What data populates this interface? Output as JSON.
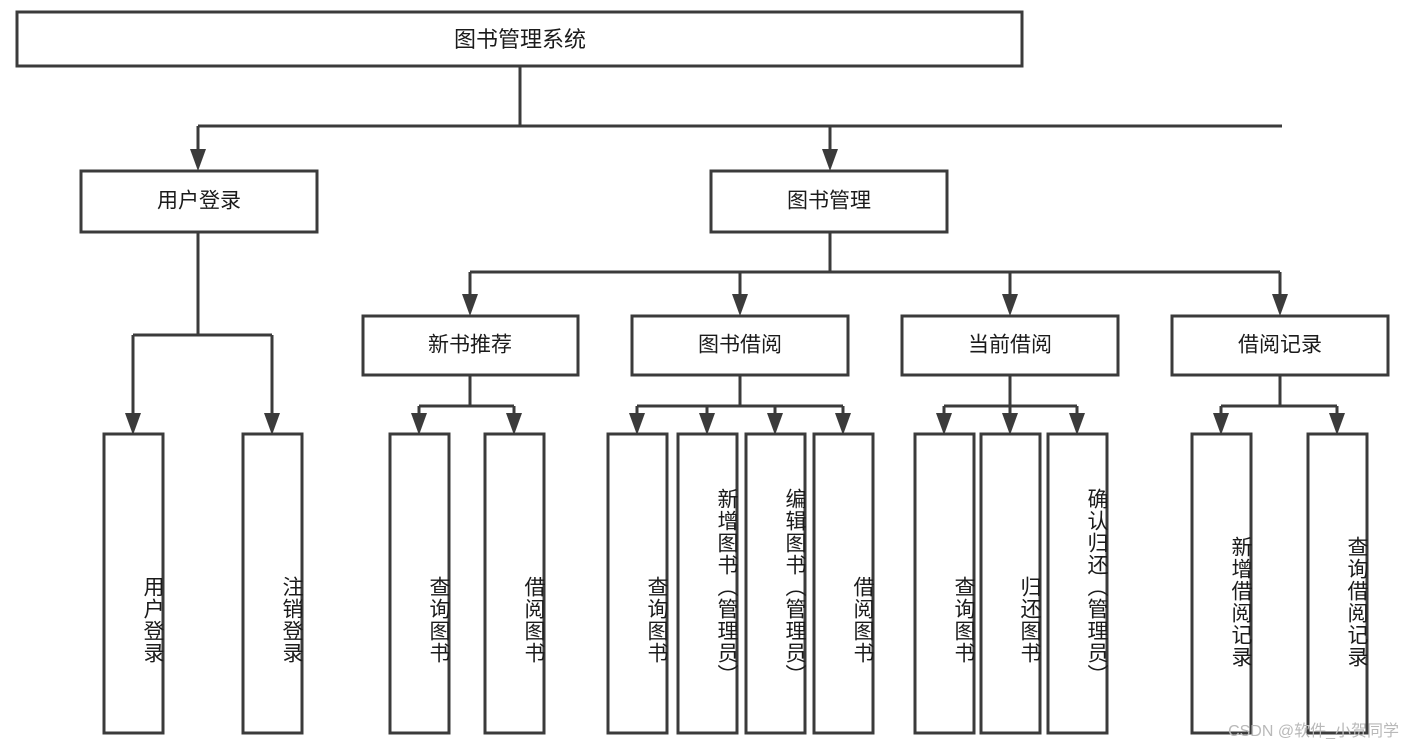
{
  "diagram": {
    "type": "tree",
    "title": "图书管理系统",
    "watermark": "CSDN @软件_小贺同学",
    "colors": {
      "box_stroke": "#3b3b3b",
      "box_fill": "#ffffff",
      "text": "#1b1b1b",
      "connector": "#3b3b3b",
      "watermark": "#b9b9b9",
      "background": "#ffffff"
    },
    "nodes": {
      "root": {
        "label": "图书管理系统"
      },
      "level2": [
        {
          "label": "用户登录"
        },
        {
          "label": "图书管理"
        }
      ],
      "level3": [
        {
          "label": "新书推荐"
        },
        {
          "label": "图书借阅"
        },
        {
          "label": "当前借阅"
        },
        {
          "label": "借阅记录"
        }
      ],
      "leaves_user_login": [
        {
          "label": "用户登录"
        },
        {
          "label": "注销登录"
        }
      ],
      "leaves_new_book": [
        {
          "label": "查询图书"
        },
        {
          "label": "借阅图书"
        }
      ],
      "leaves_borrow": [
        {
          "label": "查询图书"
        },
        {
          "label": "新增图书（管理员）"
        },
        {
          "label": "编辑图书（管理员）"
        },
        {
          "label": "借阅图书"
        }
      ],
      "leaves_current": [
        {
          "label": "查询图书"
        },
        {
          "label": "归还图书"
        },
        {
          "label": "确认归还（管理员）"
        }
      ],
      "leaves_records": [
        {
          "label": "新增借阅记录"
        },
        {
          "label": "查询借阅记录"
        }
      ]
    }
  }
}
